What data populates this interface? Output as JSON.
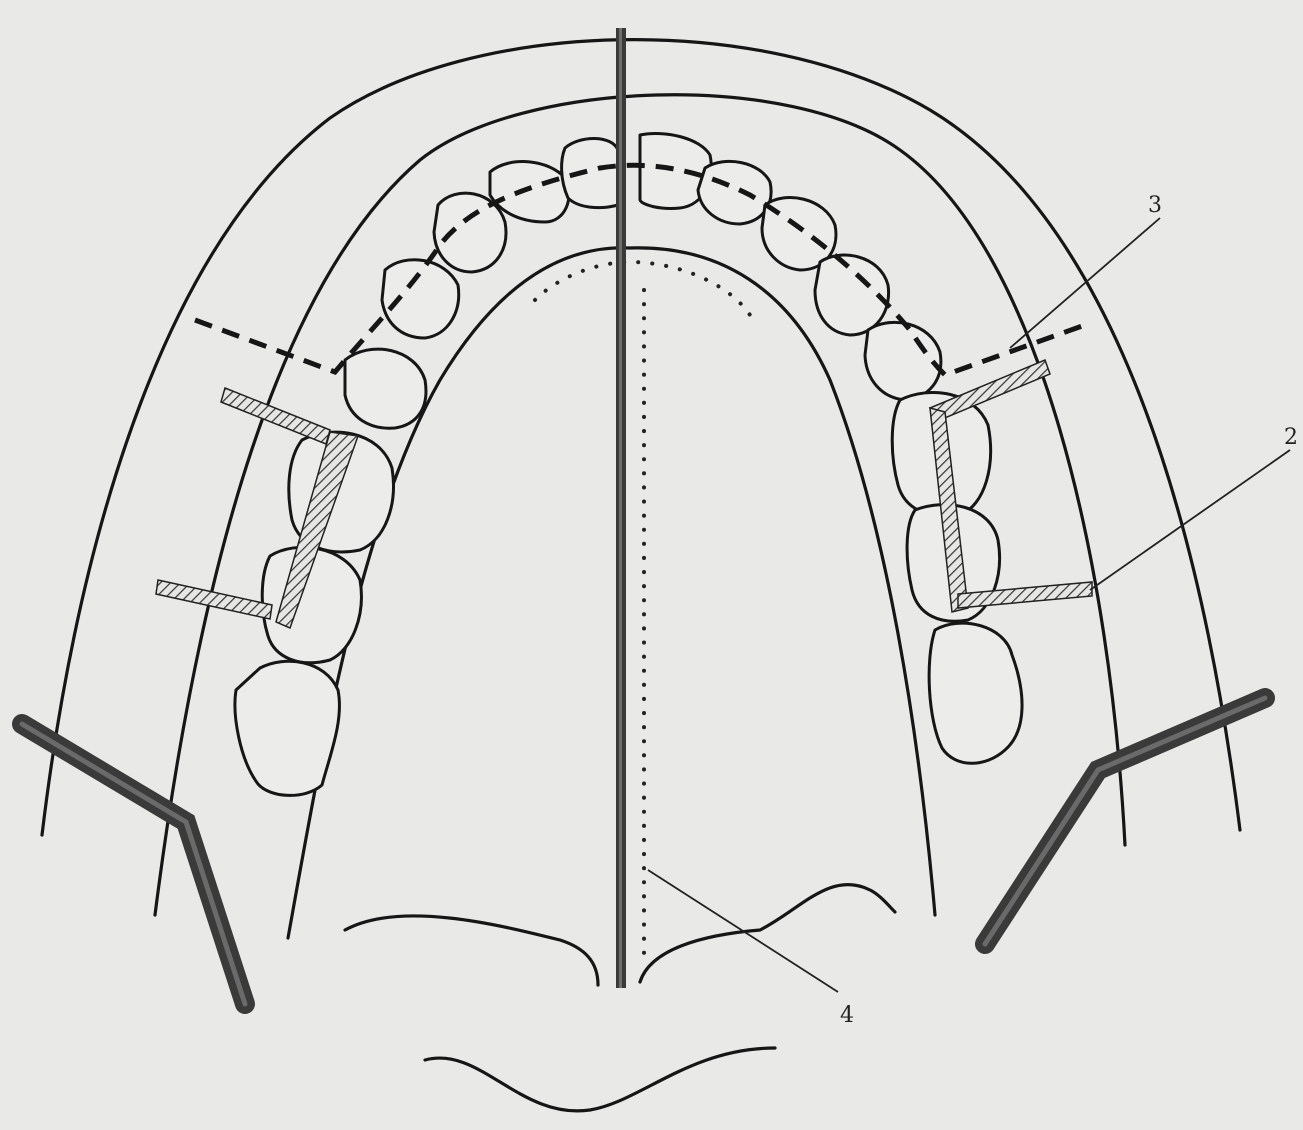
{
  "labels": {
    "l2": "2",
    "l3": "3",
    "l4": "4"
  },
  "colors": {
    "background": "#e9e9e7",
    "ink": "#161616",
    "bar": "#3a3a3a"
  }
}
